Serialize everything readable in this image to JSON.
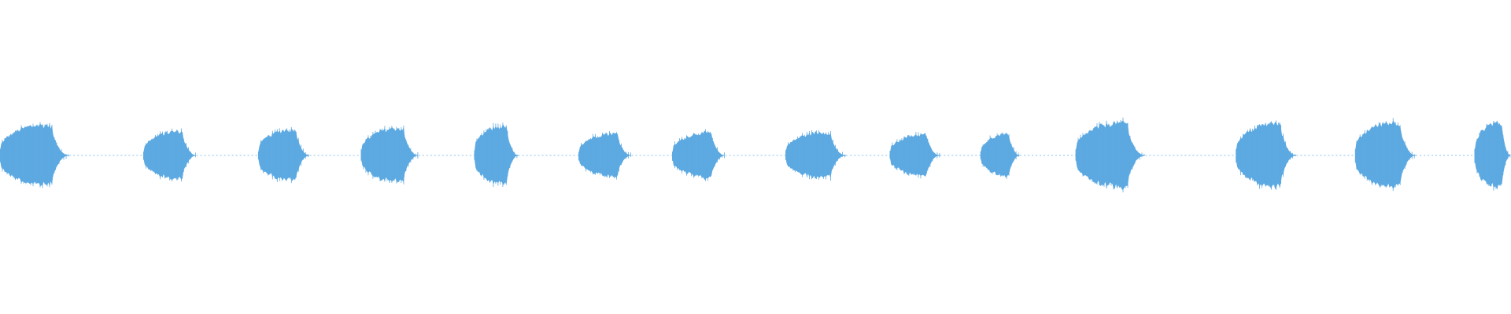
{
  "waveform": {
    "color": "#5DA9E1",
    "background": "#FFFFFF",
    "duration_units": 1000,
    "peak_amplitude": 1.0,
    "bursts": [
      {
        "start": 0,
        "end": 46,
        "amplitude": 0.92
      },
      {
        "start": 95,
        "end": 130,
        "amplitude": 0.72
      },
      {
        "start": 171,
        "end": 205,
        "amplitude": 0.78
      },
      {
        "start": 239,
        "end": 277,
        "amplitude": 0.82
      },
      {
        "start": 314,
        "end": 343,
        "amplitude": 0.88
      },
      {
        "start": 383,
        "end": 418,
        "amplitude": 0.66
      },
      {
        "start": 445,
        "end": 480,
        "amplitude": 0.68
      },
      {
        "start": 520,
        "end": 560,
        "amplitude": 0.7
      },
      {
        "start": 589,
        "end": 622,
        "amplitude": 0.63
      },
      {
        "start": 649,
        "end": 675,
        "amplitude": 0.62
      },
      {
        "start": 712,
        "end": 758,
        "amplitude": 0.98
      },
      {
        "start": 818,
        "end": 858,
        "amplitude": 0.96
      },
      {
        "start": 897,
        "end": 937,
        "amplitude": 1.0
      },
      {
        "start": 976,
        "end": 1000,
        "amplitude": 1.0
      }
    ]
  }
}
